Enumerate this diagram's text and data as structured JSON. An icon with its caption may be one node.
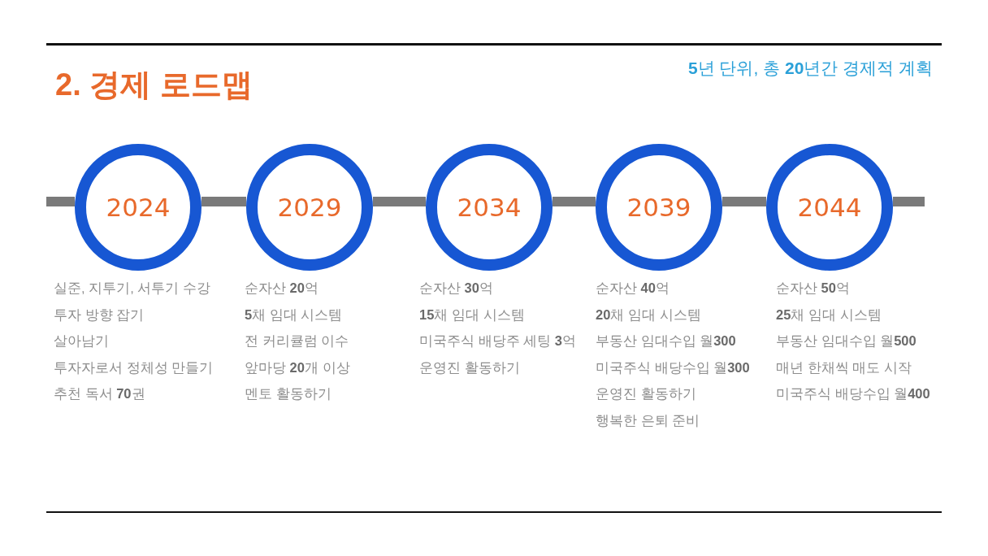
{
  "diagram": {
    "title": "2. 경제 로드맵",
    "nodes": [
      {
        "text": [
          "2024"
        ],
        "beside": [
          "실준, 지투기, 서투기 수강",
          "투자 방향 잡기",
          "살아남기",
          "투자자로서 정체성 만들기",
          "추천 독서 **70**권"
        ]
      },
      {
        "text": [
          "2029"
        ],
        "beside": [
          "순자산 **20**억",
          "**5**채 임대 시스템",
          "전 커리큘럼 이수",
          "앞마당 **20**개 이상",
          "멘토 활동하기"
        ]
      },
      {
        "text": [
          "2034"
        ],
        "beside": [
          "순자산 **30**억",
          "**15**채 임대 시스템",
          "미국주식 배당주 세팅 **3**억",
          "운영진 활동하기"
        ]
      },
      {
        "text": [
          "2039"
        ],
        "beside": [
          "순자산 **40**억",
          "**20**채 임대 시스템",
          "부동산 임대수입 월**300**",
          "미국주식 배당수입 월**300**",
          "운영진 활동하기",
          "행복한 은퇴 준비"
        ]
      },
      {
        "text": [
          "2044"
        ],
        "beside": [
          "순자산 **50**억",
          "**25**채 임대 시스템",
          "부동산 임대수입 월**500**",
          "매년 한채씩 매도 시작",
          "미국주식 배당수입 월**400**"
        ]
      }
    ],
    "edges": [
      {
        "from": null,
        "to": 0,
        "arrow": "none"
      },
      {
        "from": 0,
        "to": 1,
        "arrow": "none"
      },
      {
        "from": 1,
        "to": 2,
        "arrow": "none"
      },
      {
        "from": 2,
        "to": 3,
        "arrow": "none"
      },
      {
        "from": 3,
        "to": 4,
        "arrow": "none"
      },
      {
        "from": 4,
        "to": null,
        "arrow": "none"
      }
    ],
    "labels": [
      "**5**년 단위, 총 **20**년간 경제적 계획"
    ]
  }
}
